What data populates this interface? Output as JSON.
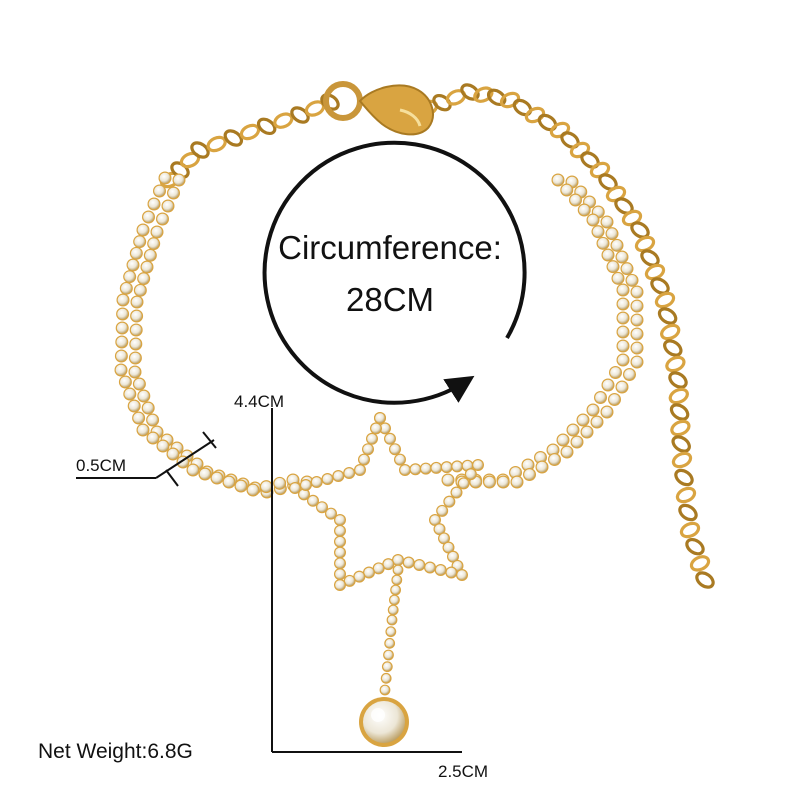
{
  "product": {
    "circumference_label": "Circumference:",
    "circumference_value": "28CM",
    "length_label": "4.4CM",
    "width_label": "0.5CM",
    "pendant_width_label": "2.5CM",
    "net_weight_label": "Net Weight:6.8G"
  },
  "colors": {
    "background": "#ffffff",
    "gold": "#d9a441",
    "gold_dark": "#a97a22",
    "rhinestone": "#f2efe6",
    "ink": "#111111"
  },
  "visual": {
    "subject": "gold-rhinestone-star-anklet",
    "annotation": "circular-arrow-and-dimension-lines"
  }
}
